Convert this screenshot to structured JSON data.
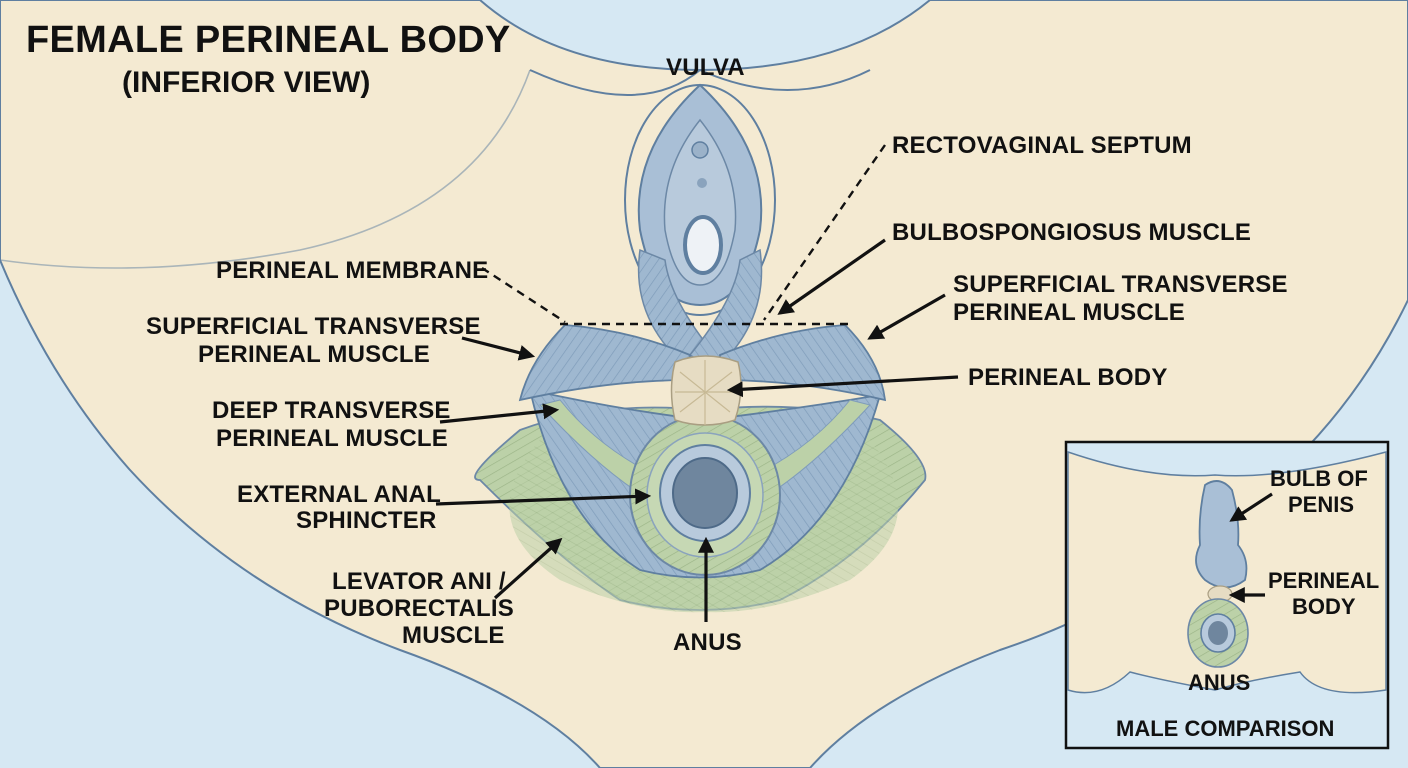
{
  "title": "FEMALE PERINEAL BODY",
  "subtitle": "(INFERIOR VIEW)",
  "labels": {
    "vulva": "VULVA",
    "rectovaginal_septum": "RECTOVAGINAL SEPTUM",
    "bulbospongiosus": "BULBOSPONGIOSUS MUSCLE",
    "perineal_membrane": "PERINEAL MEMBRANE",
    "sup_transverse_right_1": "SUPERFICIAL TRANSVERSE",
    "sup_transverse_right_2": "PERINEAL MUSCLE",
    "sup_transverse_left_1": "SUPERFICIAL TRANSVERSE",
    "sup_transverse_left_2": "PERINEAL MUSCLE",
    "perineal_body": "PERINEAL BODY",
    "deep_transverse_1": "DEEP TRANSVERSE",
    "deep_transverse_2": "PERINEAL MUSCLE",
    "ext_anal_sphincter_1": "EXTERNAL ANAL",
    "ext_anal_sphincter_2": "SPHINCTER",
    "levator_ani_1": "LEVATOR ANI /",
    "levator_ani_2": "PUBORECTALIS",
    "levator_ani_3": "MUSCLE",
    "anus": "ANUS"
  },
  "inset": {
    "bulb_1": "BULB OF",
    "bulb_2": "PENIS",
    "perineal_body_1": "PERINEAL",
    "perineal_body_2": "BODY",
    "anus": "ANUS",
    "caption": "MALE COMPARISON"
  },
  "colors": {
    "background": "#d6e8f3",
    "skin": "#f4ead2",
    "muscle_blue": "#9db7cf",
    "muscle_green": "#b9cfa6",
    "perineal_body": "#e6dcc3",
    "outline": "#5a7694"
  }
}
